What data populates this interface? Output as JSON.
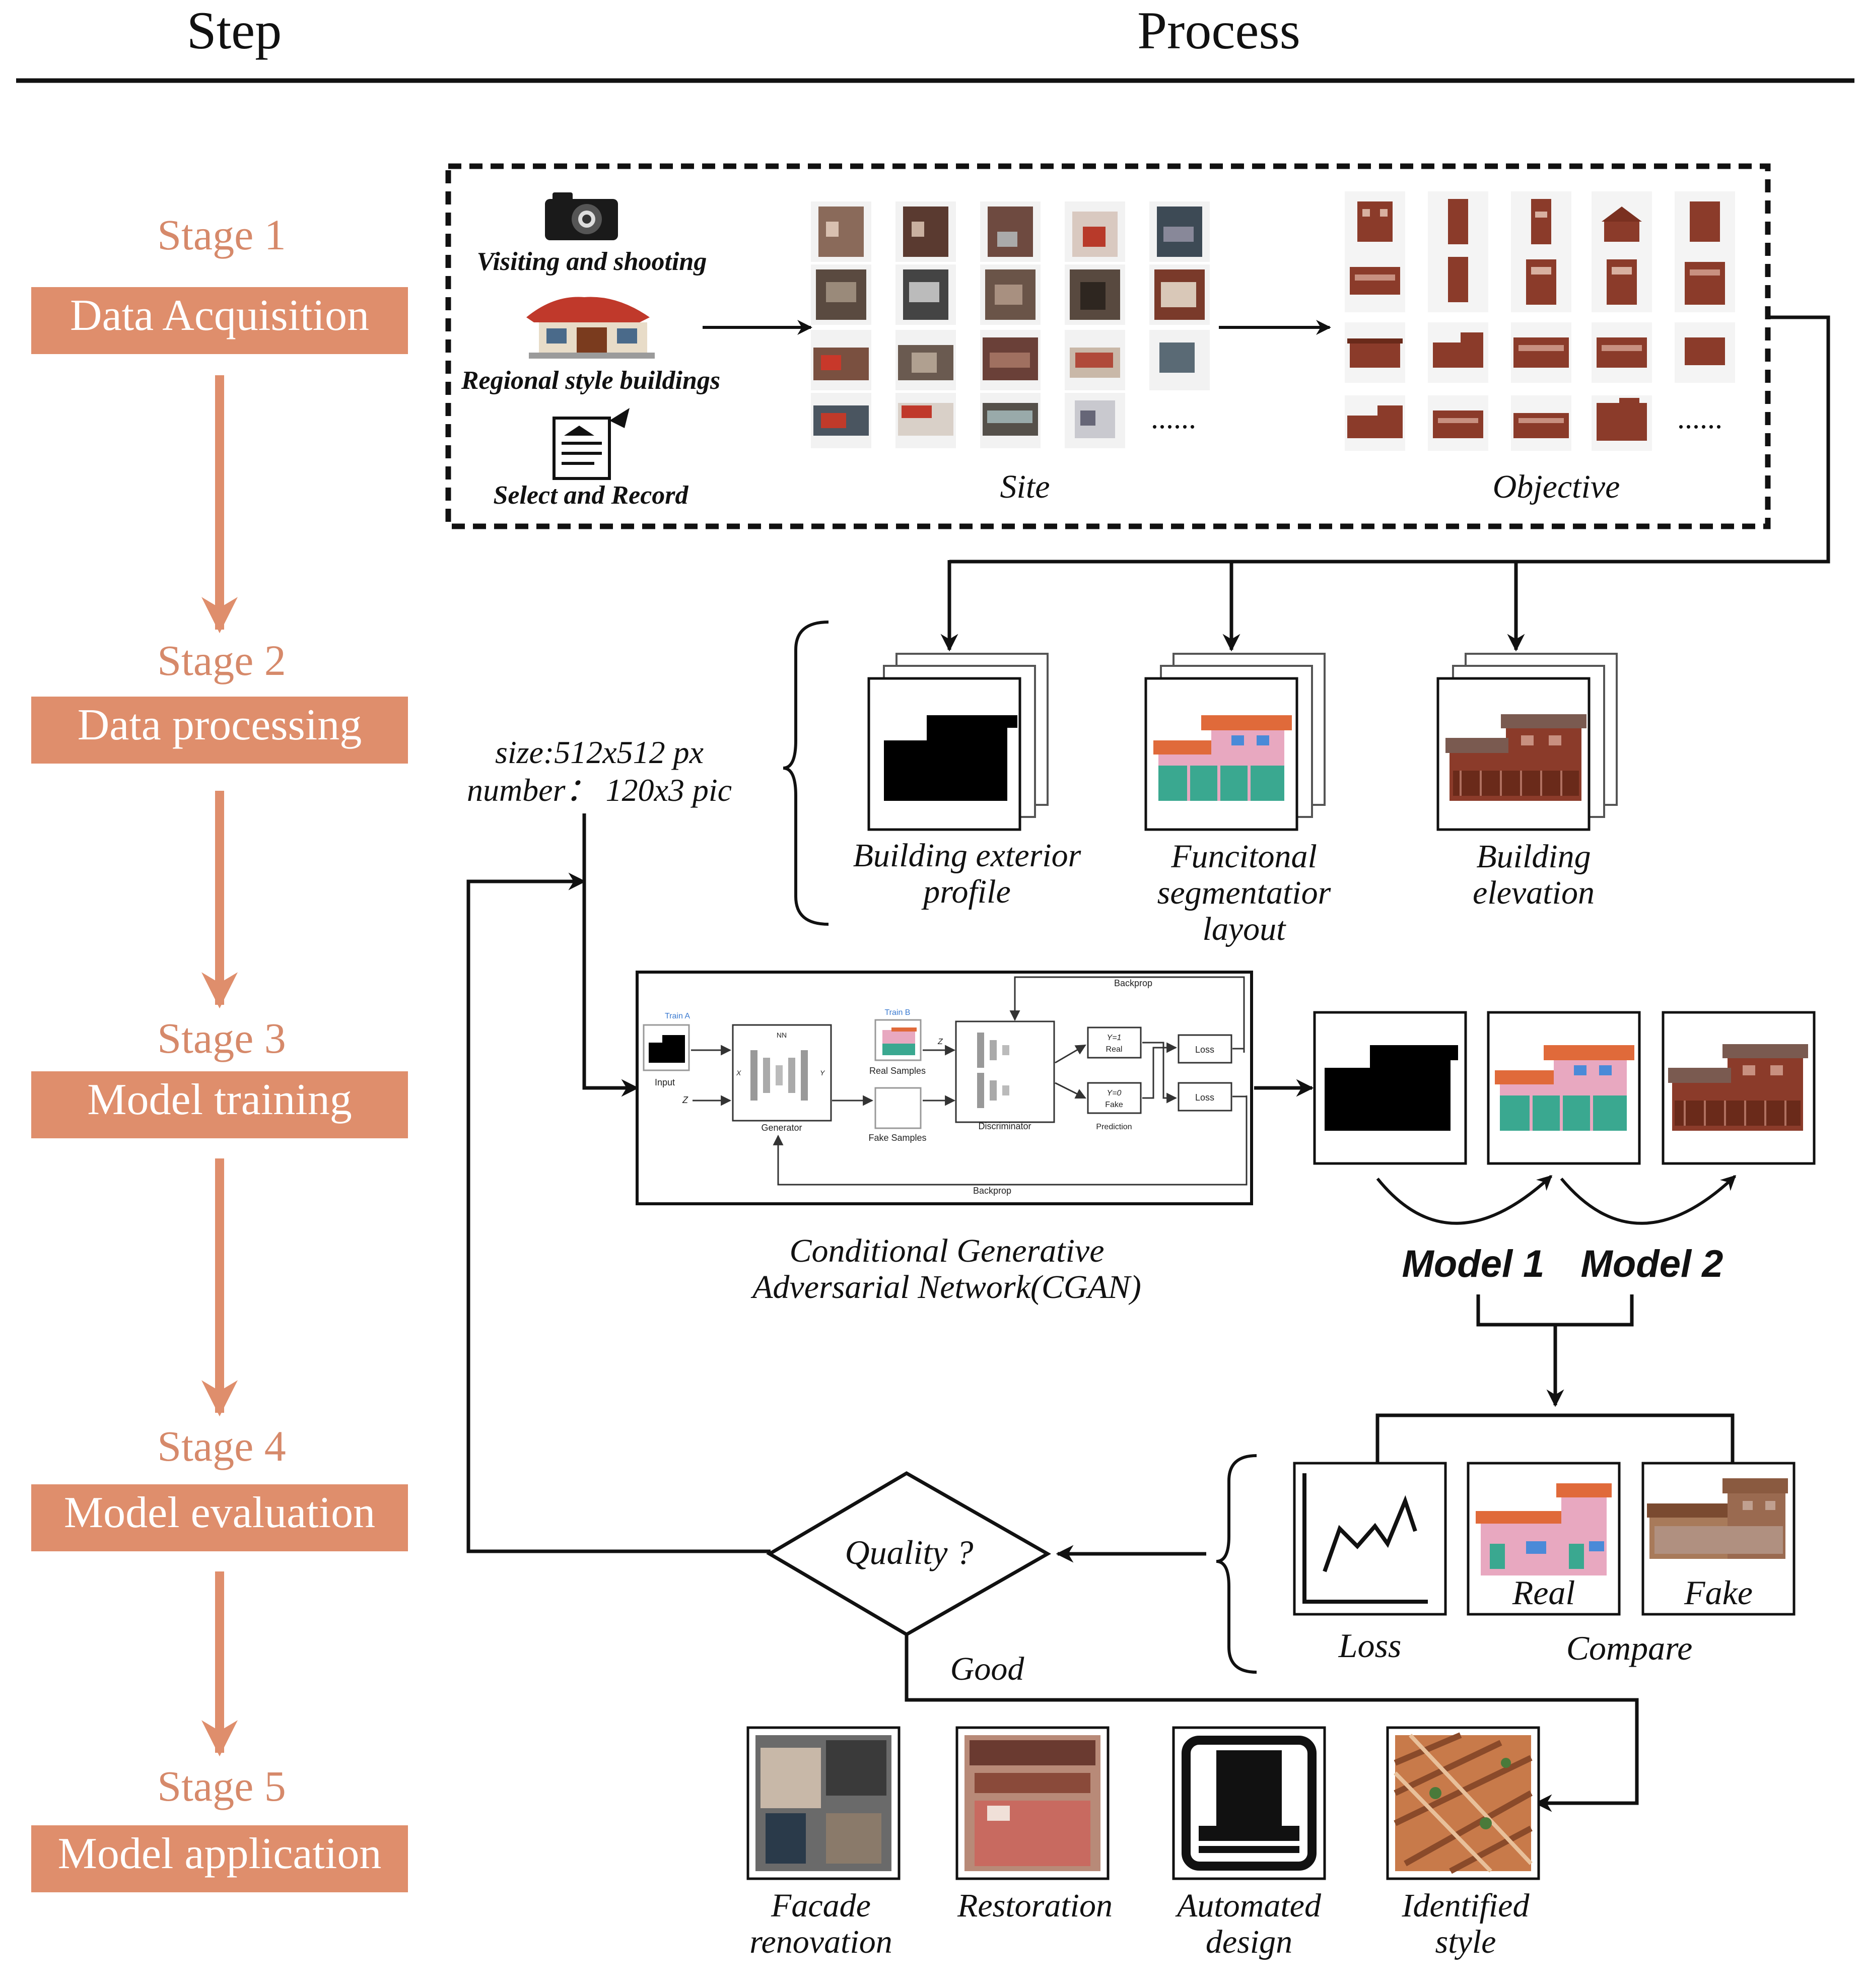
{
  "header": {
    "step": "Step",
    "process": "Process"
  },
  "stages": [
    {
      "number": "Stage 1",
      "name": "Data Acquisition"
    },
    {
      "number": "Stage 2",
      "name": "Data processing"
    },
    {
      "number": "Stage 3",
      "name": "Model training"
    },
    {
      "number": "Stage 4",
      "name": "Model evaluation"
    },
    {
      "number": "Stage 5",
      "name": "Model application"
    }
  ],
  "acquisition": {
    "visiting": "Visiting and shooting",
    "regional": "Regional style buildings",
    "select": "Select and Record",
    "site": "Site",
    "objective": "Objective",
    "ellipsis": "......"
  },
  "dataset": {
    "size": "size:512x512 px",
    "number": "number： 120x3 pic"
  },
  "processing": {
    "profile": [
      "Building exterior",
      "profile"
    ],
    "segmentation": [
      "Funcitonal",
      "segmentatior",
      "layout"
    ],
    "elevation": [
      "Building",
      "elevation"
    ]
  },
  "cgan": {
    "title": [
      "Conditional Generative",
      "Adversarial Network(CGAN)"
    ],
    "labels": {
      "train_a": "Train A",
      "train_b": "Train B",
      "input": "Input",
      "generator": "Generator",
      "real_samples": "Real Samples",
      "fake_samples": "Fake Samples",
      "discriminator": "Discriminator",
      "prediction": "Prediction",
      "real": "Real",
      "fake": "Fake",
      "loss": "Loss",
      "backprop": "Backprop",
      "y1": "Y=1",
      "y0": "Y=0",
      "x": "X",
      "z": "Z",
      "nn": "NN",
      "y": "Y"
    }
  },
  "models": {
    "model1": "Model 1",
    "model2": "Model 2"
  },
  "evaluation": {
    "quality": "Quality ?",
    "good": "Good",
    "loss": "Loss",
    "real": "Real",
    "fake": "Fake",
    "compare": "Compare"
  },
  "applications": [
    [
      "Facade",
      "renovation"
    ],
    [
      "Restoration"
    ],
    [
      "Automated",
      "design"
    ],
    [
      "Identified",
      "style"
    ]
  ],
  "colors": {
    "stage_fill": "#df8e6c",
    "stage_text": "#d6896a",
    "arrow": "#df8e6c",
    "ink": "#111111"
  }
}
